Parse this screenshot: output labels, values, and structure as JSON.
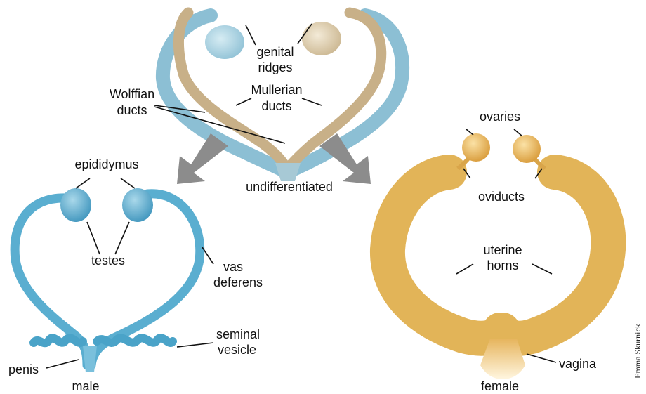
{
  "colors": {
    "wolffian_blue": "#8cbfd4",
    "mullerian_tan": "#c8b088",
    "male_blue": "#5aaed0",
    "female_gold": "#e2b458",
    "arrow_gray": "#8c8c8c"
  },
  "undifferentiated": {
    "genital_ridges": [
      "genital",
      "ridges"
    ],
    "mullerian_ducts": [
      "Mullerian",
      "ducts"
    ],
    "wolffian_ducts": [
      "Wolffian",
      "ducts"
    ],
    "caption": "undifferentiated"
  },
  "male": {
    "epididymus": "epididymus",
    "testes": "testes",
    "vas_deferens": [
      "vas",
      "deferens"
    ],
    "seminal_vesicle": [
      "seminal",
      "vesicle"
    ],
    "penis": "penis",
    "caption": "male"
  },
  "female": {
    "ovaries": "ovaries",
    "oviducts": "oviducts",
    "uterine_horns": [
      "uterine",
      "horns"
    ],
    "vagina": "vagina",
    "caption": "female"
  },
  "credit": "Emma Skurnick"
}
